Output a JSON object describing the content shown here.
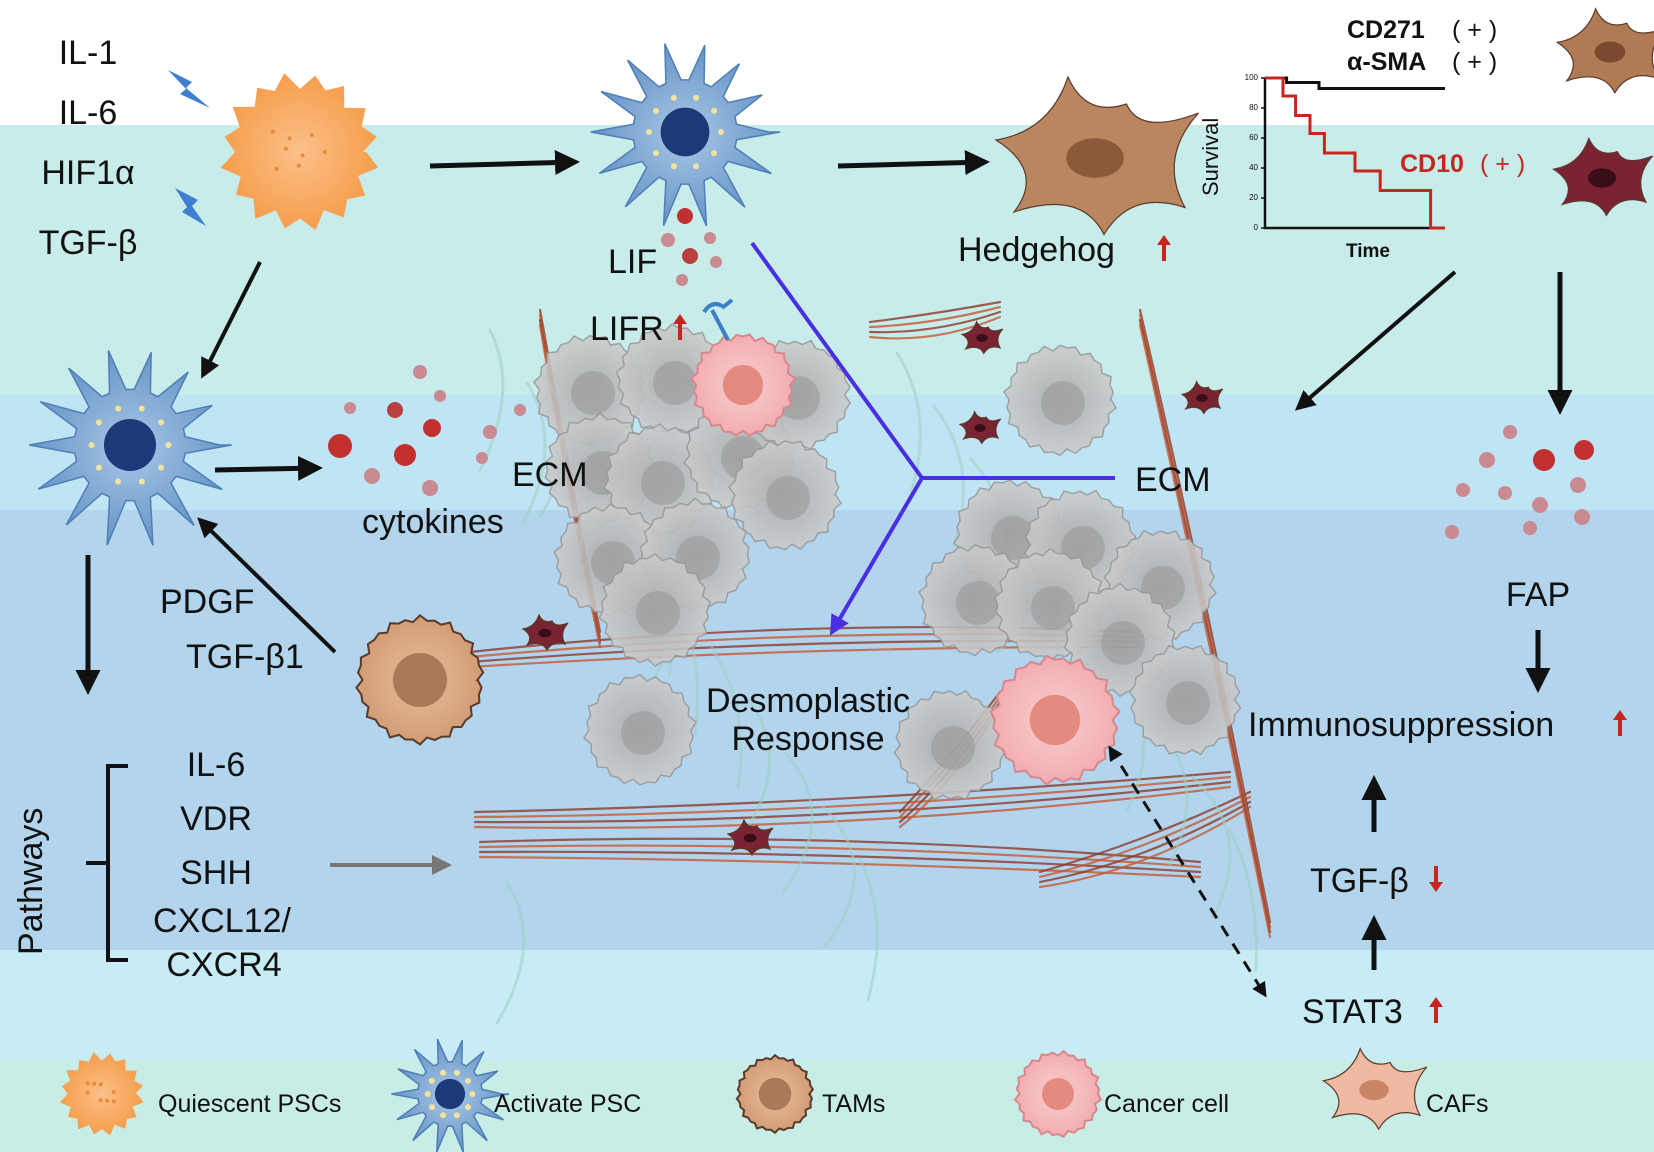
{
  "inputs": [
    "IL-1",
    "IL-6",
    "HIF1α",
    "TGF-β"
  ],
  "flow": {
    "lif": "LIF",
    "lifr": "LIFR",
    "hedgehog": "Hedgehog",
    "cytokines": "cytokines",
    "ecm_left": "ECM",
    "ecm_right": "ECM",
    "pdgf": "PDGF",
    "tgfb1": "TGF-β1",
    "desmoplastic_1": "Desmoplastic",
    "desmoplastic_2": "Response",
    "fap": "FAP",
    "immunosuppression": "Immunosuppression",
    "tgfb_down": "TGF-β",
    "stat3": "STAT3"
  },
  "pathways": {
    "title": "Pathways",
    "items": [
      "IL-6",
      "VDR",
      "SHH",
      "CXCL12/",
      "CXCR4"
    ]
  },
  "survival_inset": {
    "cd271": "CD271",
    "asma": "α-SMA",
    "plus": "( + )",
    "cd10": "CD10",
    "ylabel": "Survival",
    "xlabel": "Time",
    "yticks": [
      "0",
      "20",
      "40",
      "60",
      "80",
      "100"
    ],
    "black_curve": {
      "color": "#111111",
      "points": [
        [
          0,
          100
        ],
        [
          0.12,
          100
        ],
        [
          0.12,
          97
        ],
        [
          0.3,
          97
        ],
        [
          0.3,
          93
        ],
        [
          1.0,
          93
        ]
      ]
    },
    "red_curve": {
      "color": "#c7261f",
      "points": [
        [
          0,
          100
        ],
        [
          0.1,
          100
        ],
        [
          0.1,
          88
        ],
        [
          0.17,
          88
        ],
        [
          0.17,
          75
        ],
        [
          0.25,
          75
        ],
        [
          0.25,
          63
        ],
        [
          0.33,
          63
        ],
        [
          0.33,
          50
        ],
        [
          0.5,
          50
        ],
        [
          0.5,
          38
        ],
        [
          0.64,
          38
        ],
        [
          0.64,
          25
        ],
        [
          0.92,
          25
        ],
        [
          0.92,
          0
        ],
        [
          1.0,
          0
        ]
      ]
    }
  },
  "legend": [
    "Quiescent PSCs",
    "Activate PSC",
    "TAMs",
    "Cancer cell",
    "CAFs"
  ],
  "colors": {
    "quiescent_psc": "#f7a85a",
    "activated_psc": "#6f9ccc",
    "nucleus": "#1b3a7a",
    "tam": "#d9a681",
    "cancer_cell": "#f4b6b8",
    "caf": "#b98660",
    "red_caf": "#7a2332",
    "tumor_cell": "#b9b9b9",
    "arrow": "#111111",
    "blue_line": "#4a2fe0",
    "up_down_arrow": "#c7261f"
  }
}
